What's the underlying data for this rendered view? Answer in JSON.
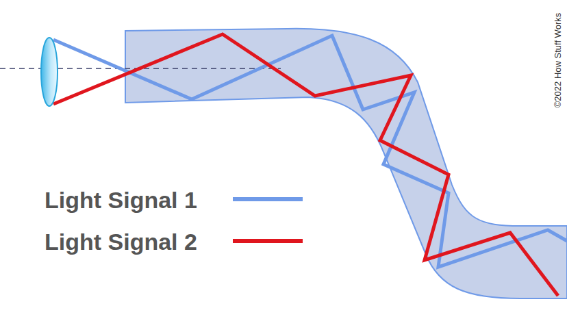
{
  "diagram": {
    "labels": [
      "©2022 How Stuff Works"
    ],
    "legend": [
      {
        "text": "Light Signal 1"
      },
      {
        "text": "Light Signal 2"
      }
    ]
  }
}
